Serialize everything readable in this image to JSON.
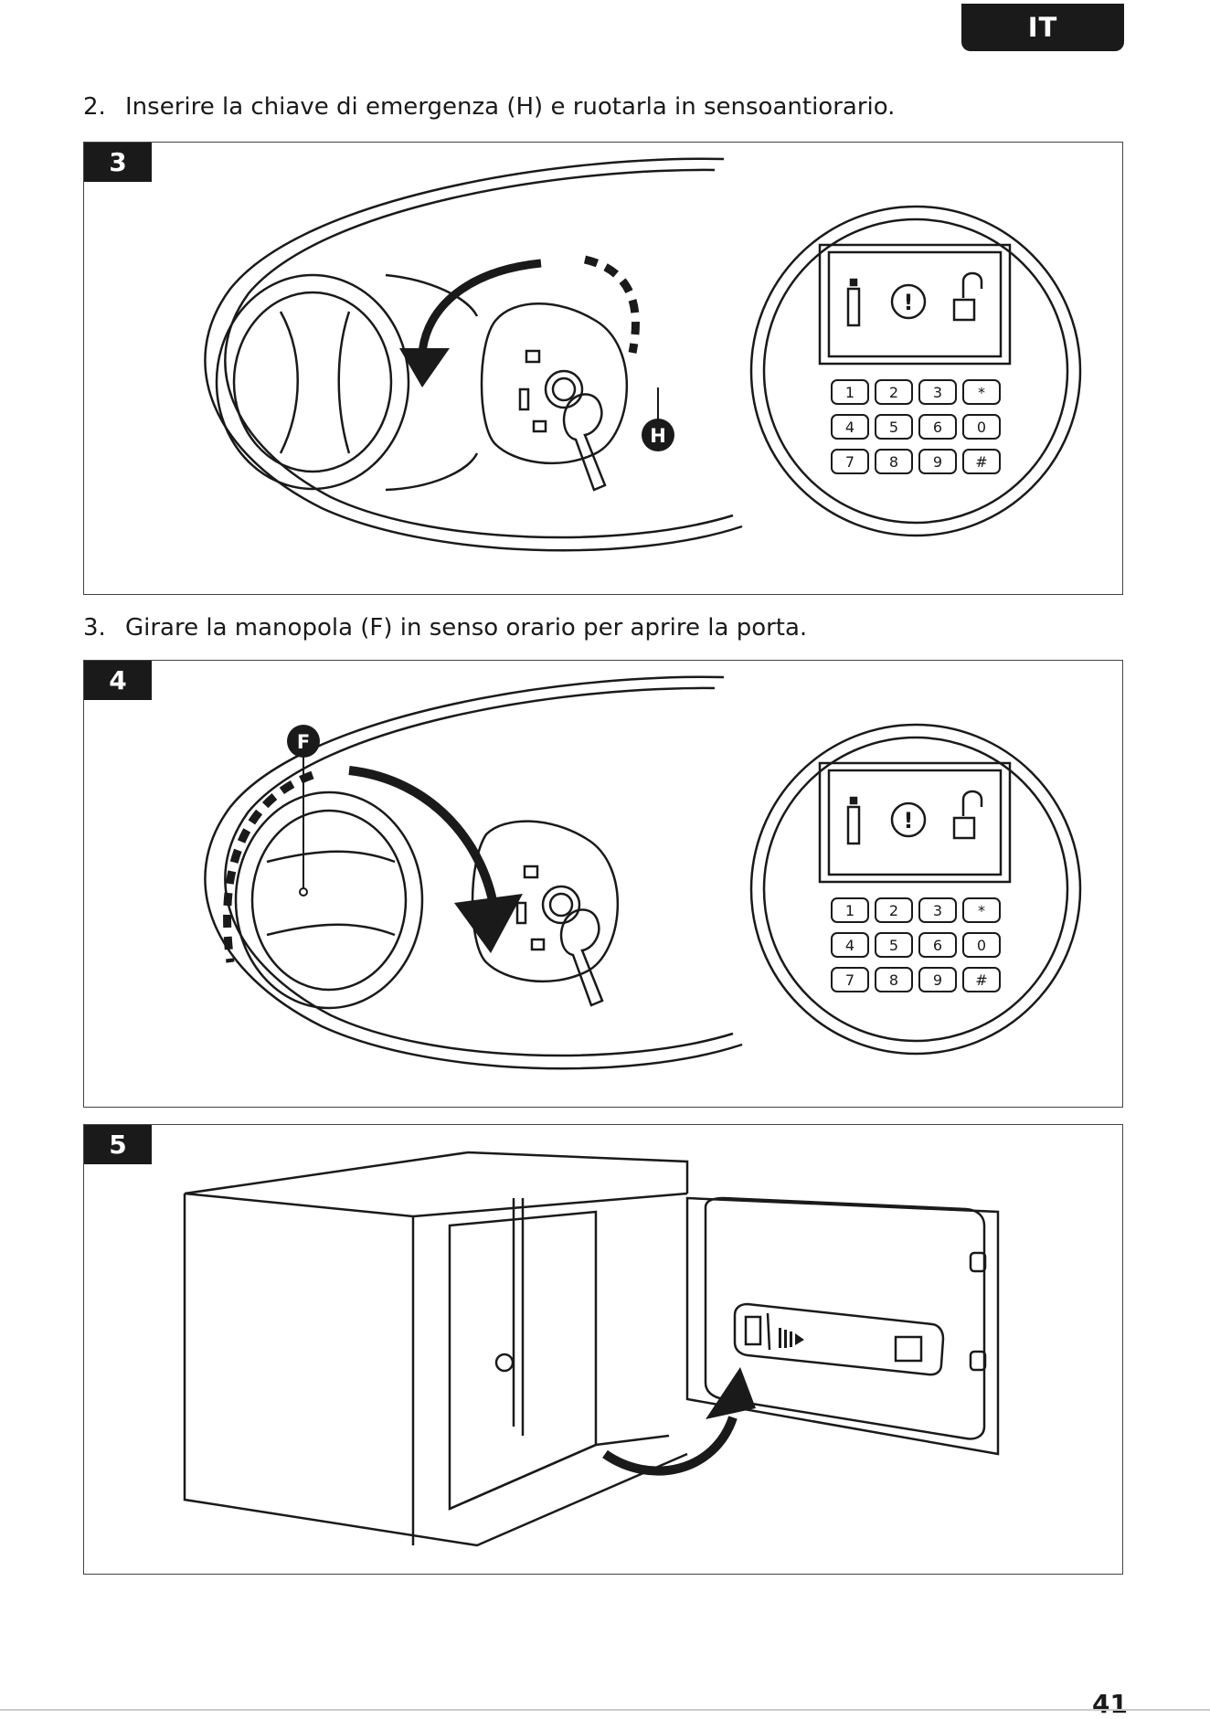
{
  "language_tab": "IT",
  "steps": [
    {
      "number": "2.",
      "text": "Inserire la chiave di emergenza (H) e ruotarla in sensoantiorario."
    },
    {
      "number": "3.",
      "text": "Girare la manopola (F) in senso orario per aprire la porta."
    }
  ],
  "figures": [
    {
      "badge": "3",
      "callout": "H"
    },
    {
      "badge": "4",
      "callout": "F"
    },
    {
      "badge": "5"
    }
  ],
  "keypad": {
    "rows": [
      [
        "1",
        "2",
        "3",
        "*"
      ],
      [
        "4",
        "5",
        "6",
        "0"
      ],
      [
        "7",
        "8",
        "9",
        "#"
      ]
    ]
  },
  "page_number": "41"
}
